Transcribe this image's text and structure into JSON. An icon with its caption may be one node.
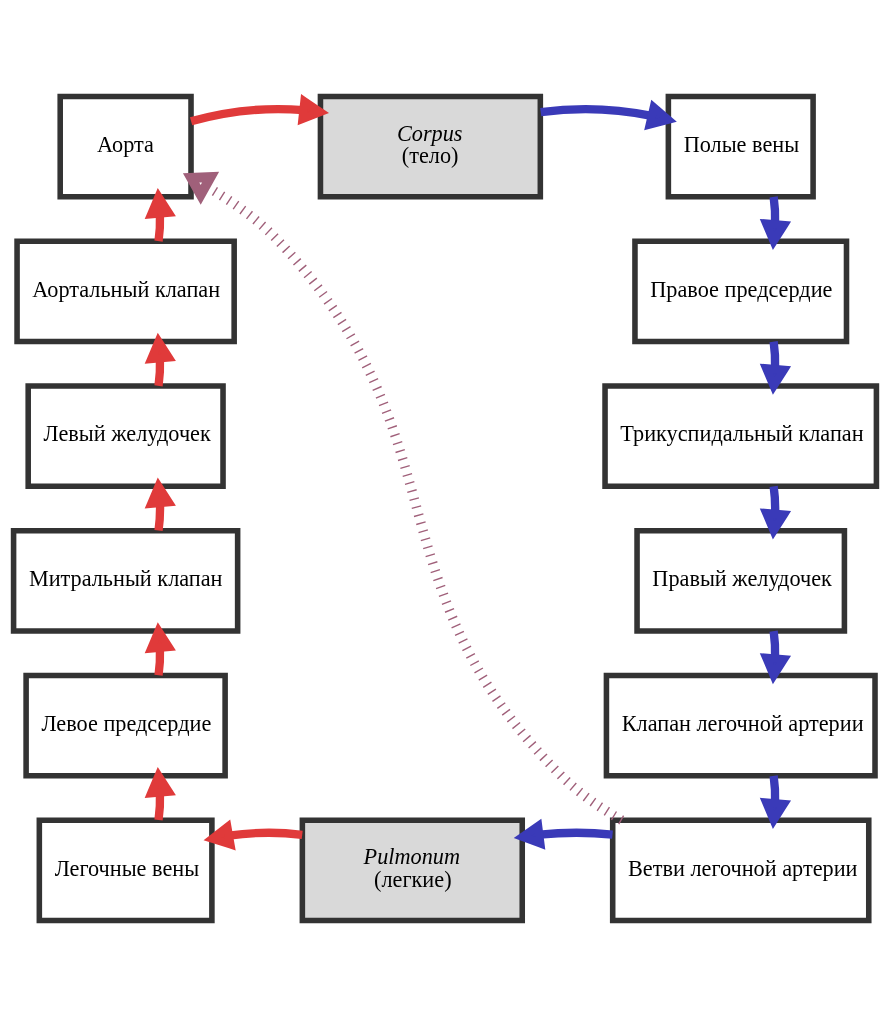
{
  "diagram": {
    "nodes": [
      {
        "text": [
          "Аорта"
        ]
      },
      {
        "text": [
          "Corpus",
          "(тело)"
        ]
      },
      {
        "text": [
          "Полые вены"
        ]
      },
      {
        "text": [
          "Правое предсердие"
        ]
      },
      {
        "text": [
          "Трикуспидальный клапан"
        ]
      },
      {
        "text": [
          "Правый желудочек"
        ]
      },
      {
        "text": [
          "Клапан легочной артерии"
        ]
      },
      {
        "text": [
          "Ветви легочной артерии"
        ]
      },
      {
        "text": [
          "Pulmonum",
          "(легкие)"
        ]
      },
      {
        "text": [
          "Легочные вены"
        ]
      },
      {
        "text": [
          "Левое предсердие"
        ]
      },
      {
        "text": [
          "Митральный клапан"
        ]
      },
      {
        "text": [
          "Левый желудочек"
        ]
      },
      {
        "text": [
          "Аортальный клапан"
        ]
      }
    ],
    "edges": [
      {
        "from": 0,
        "to": 1,
        "arrow": "to",
        "color": "#e03a3a"
      },
      {
        "from": 1,
        "to": 2,
        "arrow": "to",
        "color": "#3a3ab8"
      },
      {
        "from": 2,
        "to": 3,
        "arrow": "to",
        "color": "#3a3ab8"
      },
      {
        "from": 3,
        "to": 4,
        "arrow": "to",
        "color": "#3a3ab8"
      },
      {
        "from": 4,
        "to": 5,
        "arrow": "to",
        "color": "#3a3ab8"
      },
      {
        "from": 5,
        "to": 6,
        "arrow": "to",
        "color": "#3a3ab8"
      },
      {
        "from": 6,
        "to": 7,
        "arrow": "to",
        "color": "#3a3ab8"
      },
      {
        "from": 7,
        "to": 8,
        "arrow": "to",
        "color": "#3a3ab8"
      },
      {
        "from": 8,
        "to": 9,
        "arrow": "to",
        "color": "#e03a3a"
      },
      {
        "from": 9,
        "to": 10,
        "arrow": "to",
        "color": "#e03a3a"
      },
      {
        "from": 10,
        "to": 11,
        "arrow": "to",
        "color": "#e03a3a"
      },
      {
        "from": 11,
        "to": 12,
        "arrow": "to",
        "color": "#e03a3a"
      },
      {
        "from": 12,
        "to": 13,
        "arrow": "to",
        "color": "#e03a3a"
      },
      {
        "from": 13,
        "to": 0,
        "arrow": "to",
        "color": "#e03a3a"
      },
      {
        "from": 7,
        "to": 0,
        "arrow": "to",
        "style": "dashed",
        "color": "#a0607a"
      }
    ]
  }
}
